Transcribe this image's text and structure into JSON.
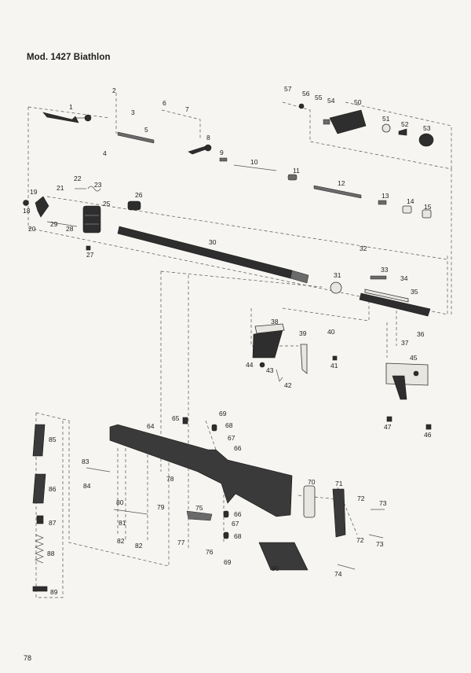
{
  "title": "Mod. 1427 Biathlon",
  "page_number": "78",
  "callouts": {
    "n1": "1",
    "n2": "2",
    "n3": "3",
    "n4": "4",
    "n5": "5",
    "n6": "6",
    "n7": "7",
    "n8": "8",
    "n9": "9",
    "n10": "10",
    "n11": "11",
    "n12": "12",
    "n13": "13",
    "n14": "14",
    "n15": "15",
    "n18": "18",
    "n19": "19",
    "n20": "20",
    "n21": "21",
    "n22": "22",
    "n23": "23",
    "n25": "25",
    "n26": "26",
    "n27": "27",
    "n28": "28",
    "n29": "29",
    "n30": "30",
    "n31": "31",
    "n32": "32",
    "n33": "33",
    "n34": "34",
    "n35": "35",
    "n36": "36",
    "n37": "37",
    "n38": "38",
    "n39": "39",
    "n40": "40",
    "n41": "41",
    "n42": "42",
    "n43": "43",
    "n44": "44",
    "n45": "45",
    "n46": "46",
    "n47": "47",
    "n50": "50",
    "n51": "51",
    "n52": "52",
    "n53": "53",
    "n54": "54",
    "n55": "55",
    "n56": "56",
    "n57": "57",
    "n64": "64",
    "n65": "65",
    "n66a": "66",
    "n66b": "66",
    "n67a": "67",
    "n67b": "67",
    "n68a": "68",
    "n68b": "68",
    "n69a": "69",
    "n69b": "69",
    "n70": "70",
    "n71": "71",
    "n72a": "72",
    "n72b": "72",
    "n73a": "73",
    "n73b": "73",
    "n74": "74",
    "n75": "75",
    "n76": "76",
    "n77": "77",
    "n78": "78",
    "n79": "79",
    "n80": "80",
    "n81": "81",
    "n82a": "82",
    "n82b": "82",
    "n83": "83",
    "n84": "84",
    "n85": "85",
    "n86": "86",
    "n87": "87",
    "n88": "88",
    "n89": "89",
    "n90": "90"
  }
}
